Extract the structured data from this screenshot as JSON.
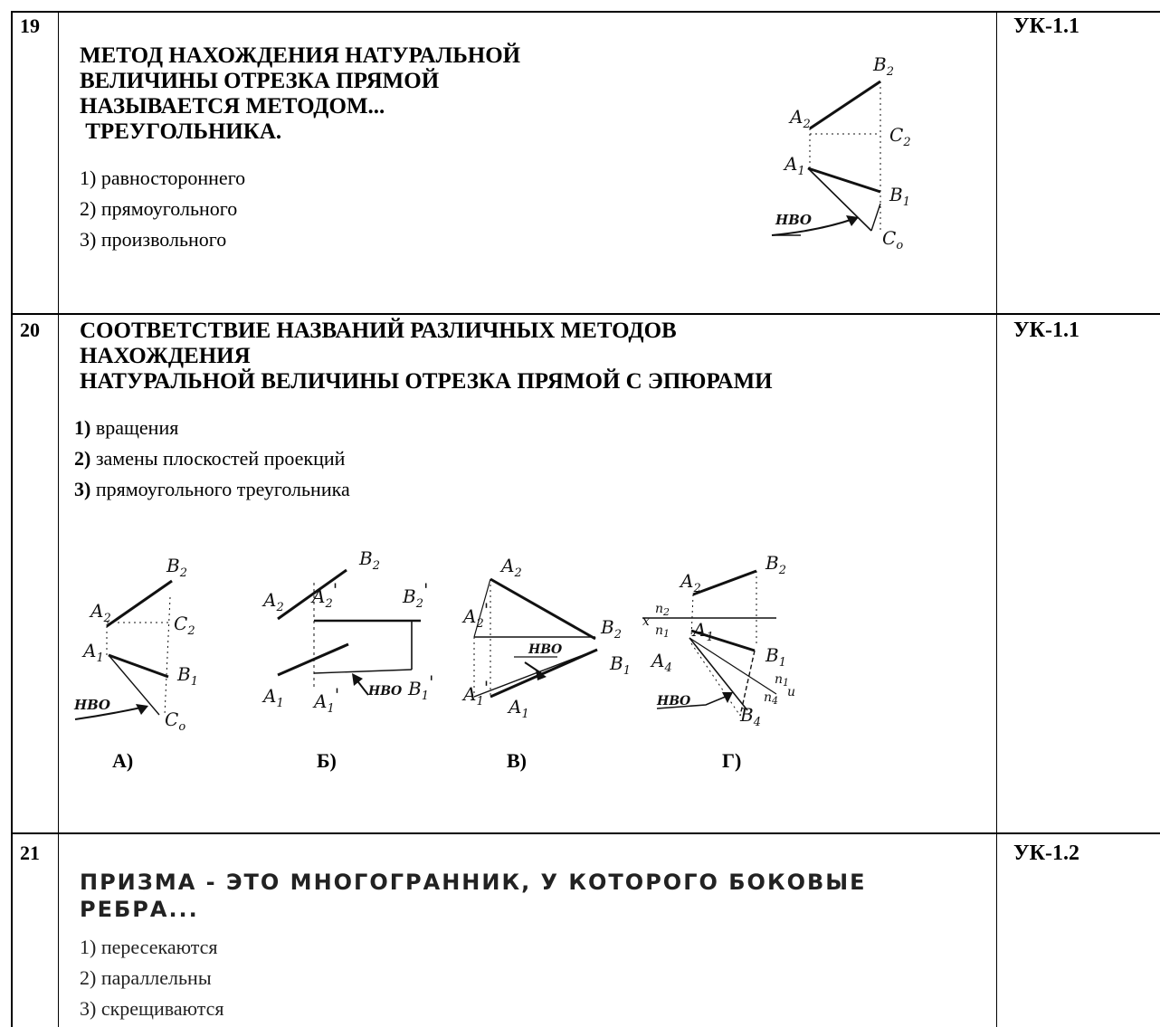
{
  "rows": [
    {
      "number": "19",
      "code": "УК-1.1",
      "question": [
        "МЕТОД НАХОЖДЕНИЯ НАТУРАЛЬНОЙ",
        "ВЕЛИЧИНЫ ОТРЕЗКА ПРЯМОЙ",
        "НАЗЫВАЕТСЯ МЕТОДОМ...",
        " ТРЕУГОЛЬНИКА."
      ],
      "options": [
        "1) равностороннего",
        "2) прямоугольного",
        "3) произвольного"
      ],
      "figure_labels": {
        "a": "A",
        "b": "B",
        "c": "C",
        "s2": "2",
        "s1": "1",
        "s0": "o",
        "hbo": "НВО"
      }
    },
    {
      "number": "20",
      "code": "УК-1.1",
      "question": [
        "СООТВЕТСТВИЕ НАЗВАНИЙ РАЗЛИЧНЫХ МЕТОДОВ",
        "НАХОЖДЕНИЯ",
        "НАТУРАЛЬНОЙ ВЕЛИЧИНЫ ОТРЕЗКА ПРЯМОЙ С ЭПЮРАМИ"
      ],
      "options": [
        {
          "num": "1)",
          "text": "вращения"
        },
        {
          "num": "2)",
          "text": "замены плоскостей проекций"
        },
        {
          "num": "3)",
          "text": "прямоугольного треугольника"
        }
      ],
      "figure_captions": [
        "А)",
        "Б)",
        "В)",
        "Г)"
      ],
      "figure_labels": {
        "a": "A",
        "b": "B",
        "c": "C",
        "hbo": "НВО",
        "x": "x",
        "pi": "п",
        "u": "u",
        "s2": "2",
        "s1": "1",
        "s4": "4",
        "s0": "o",
        "prime": "'"
      }
    },
    {
      "number": "21",
      "code": "УК-1.2",
      "question": [
        "ПРИЗМА - ЭТО МНОГОГРАННИК, У КОТОРОГО БОКОВЫЕ",
        "РЕБРА..."
      ],
      "options": [
        "1) пересекаются",
        "2) параллельны",
        "3) скрещиваются"
      ]
    }
  ]
}
